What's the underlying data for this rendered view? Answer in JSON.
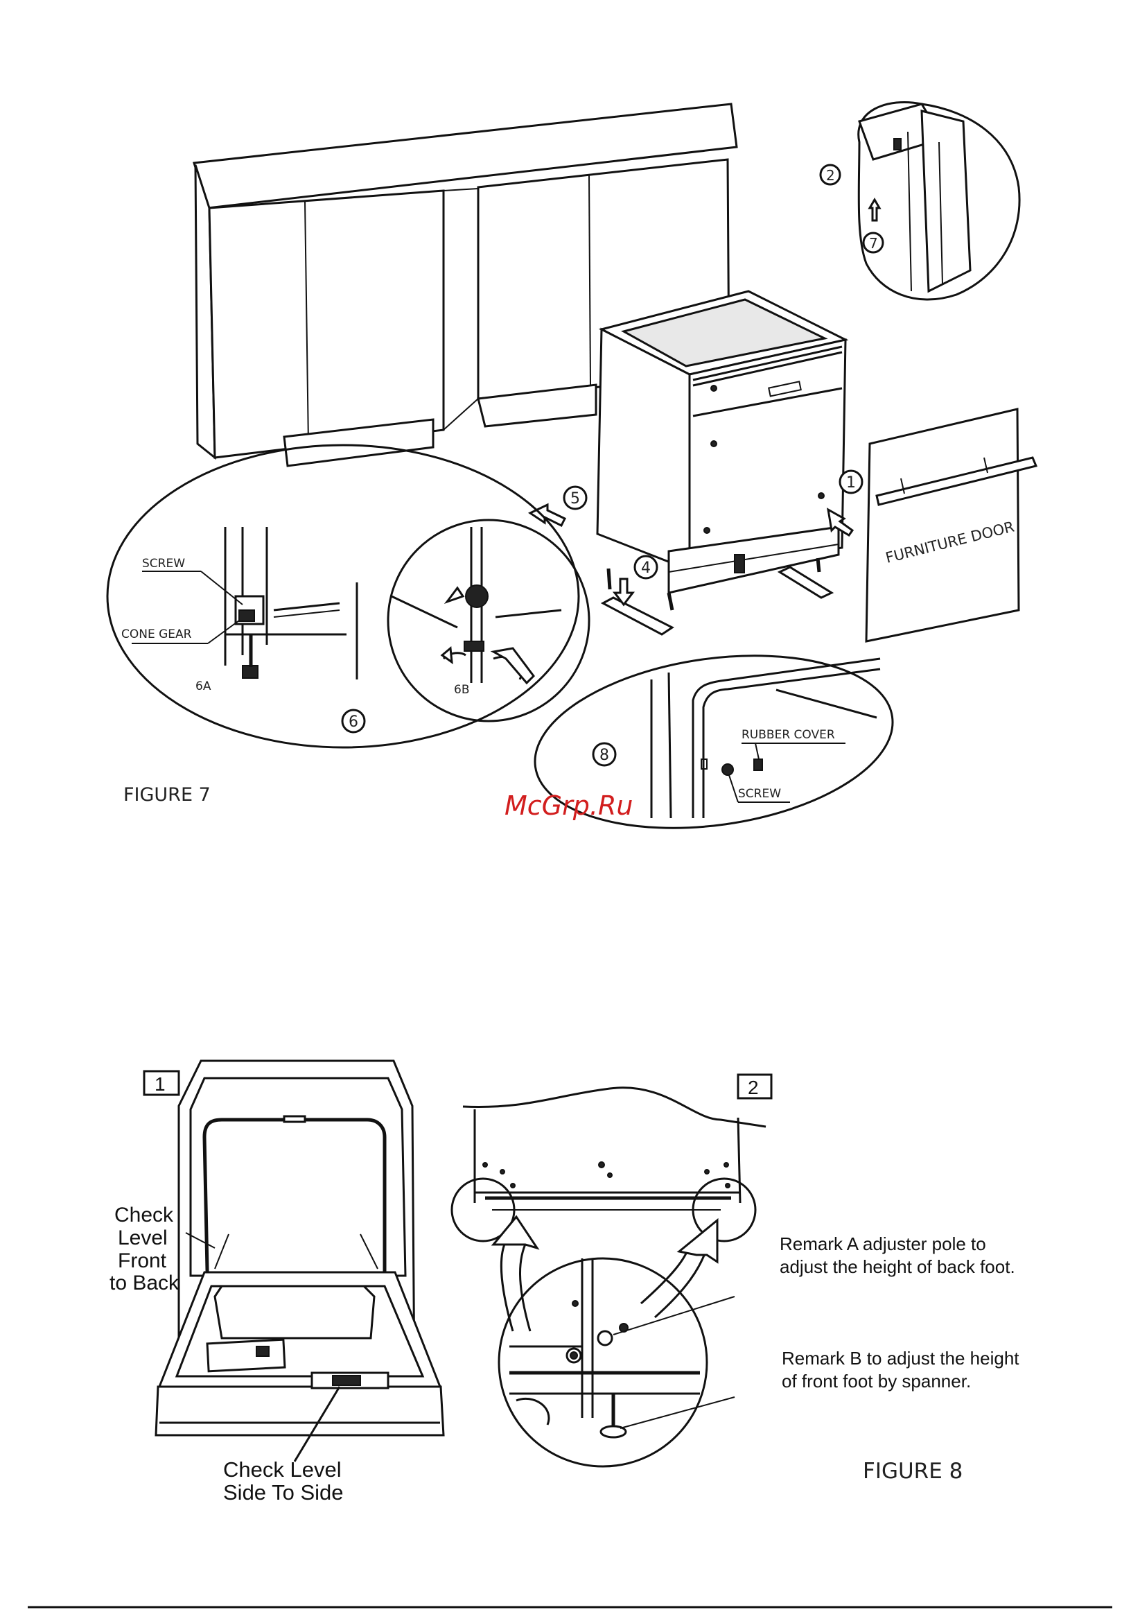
{
  "figure7": {
    "caption": "FIGURE 7",
    "furniture_door_label": "FURNITURE DOOR",
    "screw_label": "SCREW",
    "cone_gear_label": "CONE GEAR",
    "detail_6a_label": "6A",
    "detail_6b_label": "6B",
    "rubber_cover_label": "RUBBER COVER",
    "screw_label_8": "SCREW",
    "step_numbers": [
      "1",
      "2",
      "4",
      "5",
      "6",
      "7",
      "8"
    ]
  },
  "watermark": "McGrp.Ru",
  "figure8": {
    "caption": "FIGURE 8",
    "panel_1_number": "1",
    "panel_2_number": "2",
    "check_front_back": [
      "Check",
      "Level",
      "Front",
      "to Back"
    ],
    "check_side_side": [
      "Check Level",
      "Side To Side"
    ],
    "remark_a": [
      "Remark A adjuster pole to",
      "adjust the height of back foot."
    ],
    "remark_b": [
      "Remark B to adjust the height",
      "of front foot by spanner."
    ]
  },
  "colors": {
    "line": "#111111",
    "watermark": "#d21e1e",
    "paper": "#ffffff"
  }
}
